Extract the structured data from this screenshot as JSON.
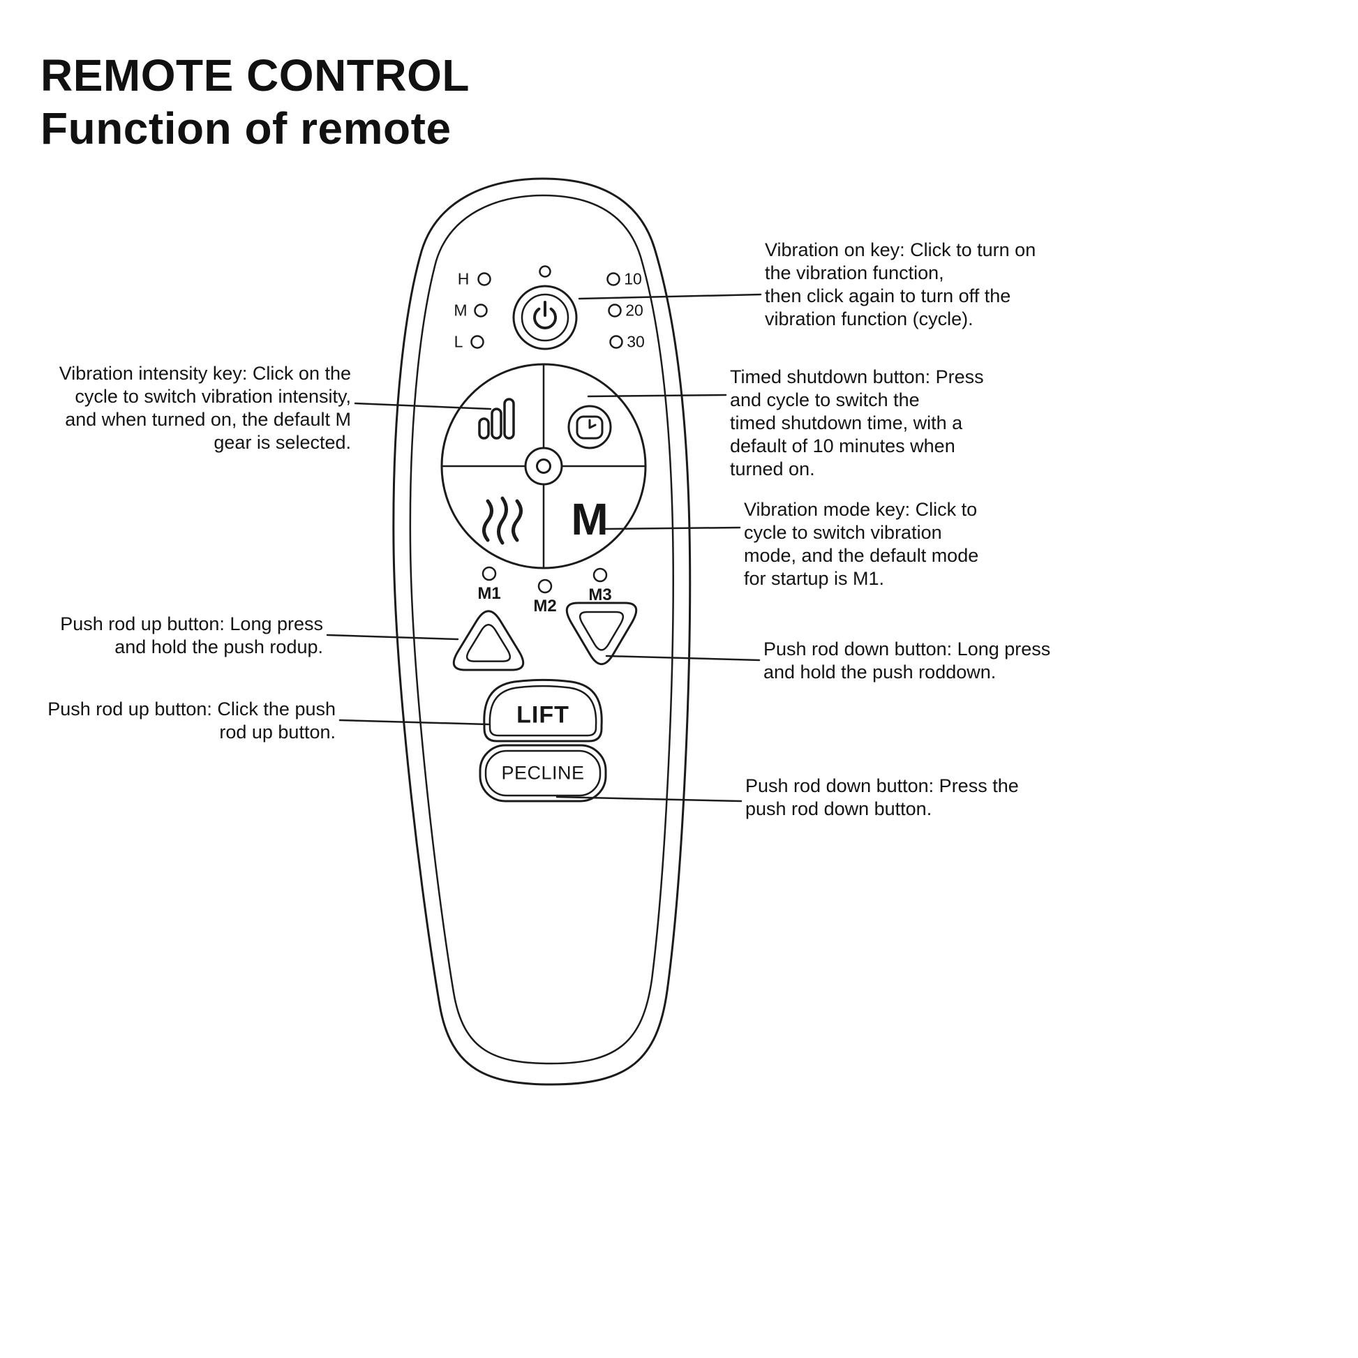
{
  "title": {
    "line1": "REMOTE CONTROL",
    "line2": "Function of remote"
  },
  "remote": {
    "indicator_left": {
      "h": "H",
      "m": "M",
      "l": "L"
    },
    "indicator_right": {
      "t10": "10",
      "t20": "20",
      "t30": "30"
    },
    "mode_indicators": {
      "m1": "M1",
      "m2": "M2",
      "m3": "M3"
    },
    "mode_key": "M",
    "lift": "LIFT",
    "pecline": "PECLINE",
    "icons": {
      "power": "power-icon",
      "intensity": "signal-bars-icon",
      "timer": "timer-clock-icon",
      "heat": "heat-waves-icon",
      "up": "triangle-up-icon",
      "down": "triangle-down-icon"
    }
  },
  "annotations": {
    "vibration_on": "Vibration on key: Click to turn on\nthe vibration function,\nthen click again to turn off the\nvibration function (cycle).",
    "vibration_intensity": "Vibration intensity key: Click on the\ncycle to switch vibration intensity,\nand when turned on, the default M\ngear is selected.",
    "timed_shutdown": "Timed shutdown button: Press\nand cycle to switch the\ntimed shutdown time, with a\ndefault of 10 minutes when\nturned on.",
    "vibration_mode": "Vibration mode key: Click to\ncycle to switch vibration\nmode, and the default mode\nfor startup is M1.",
    "push_up_long": "Push rod up button: Long press\nand hold the push rodup.",
    "push_down_long": "Push rod down button: Long press\nand hold the push roddown.",
    "push_up_click": "Push rod up button: Click the push\nrod up button.",
    "push_down_press": "Push rod down button: Press the\npush rod down button."
  },
  "colors": {
    "ink": "#1b1b1b",
    "background": "#ffffff"
  }
}
